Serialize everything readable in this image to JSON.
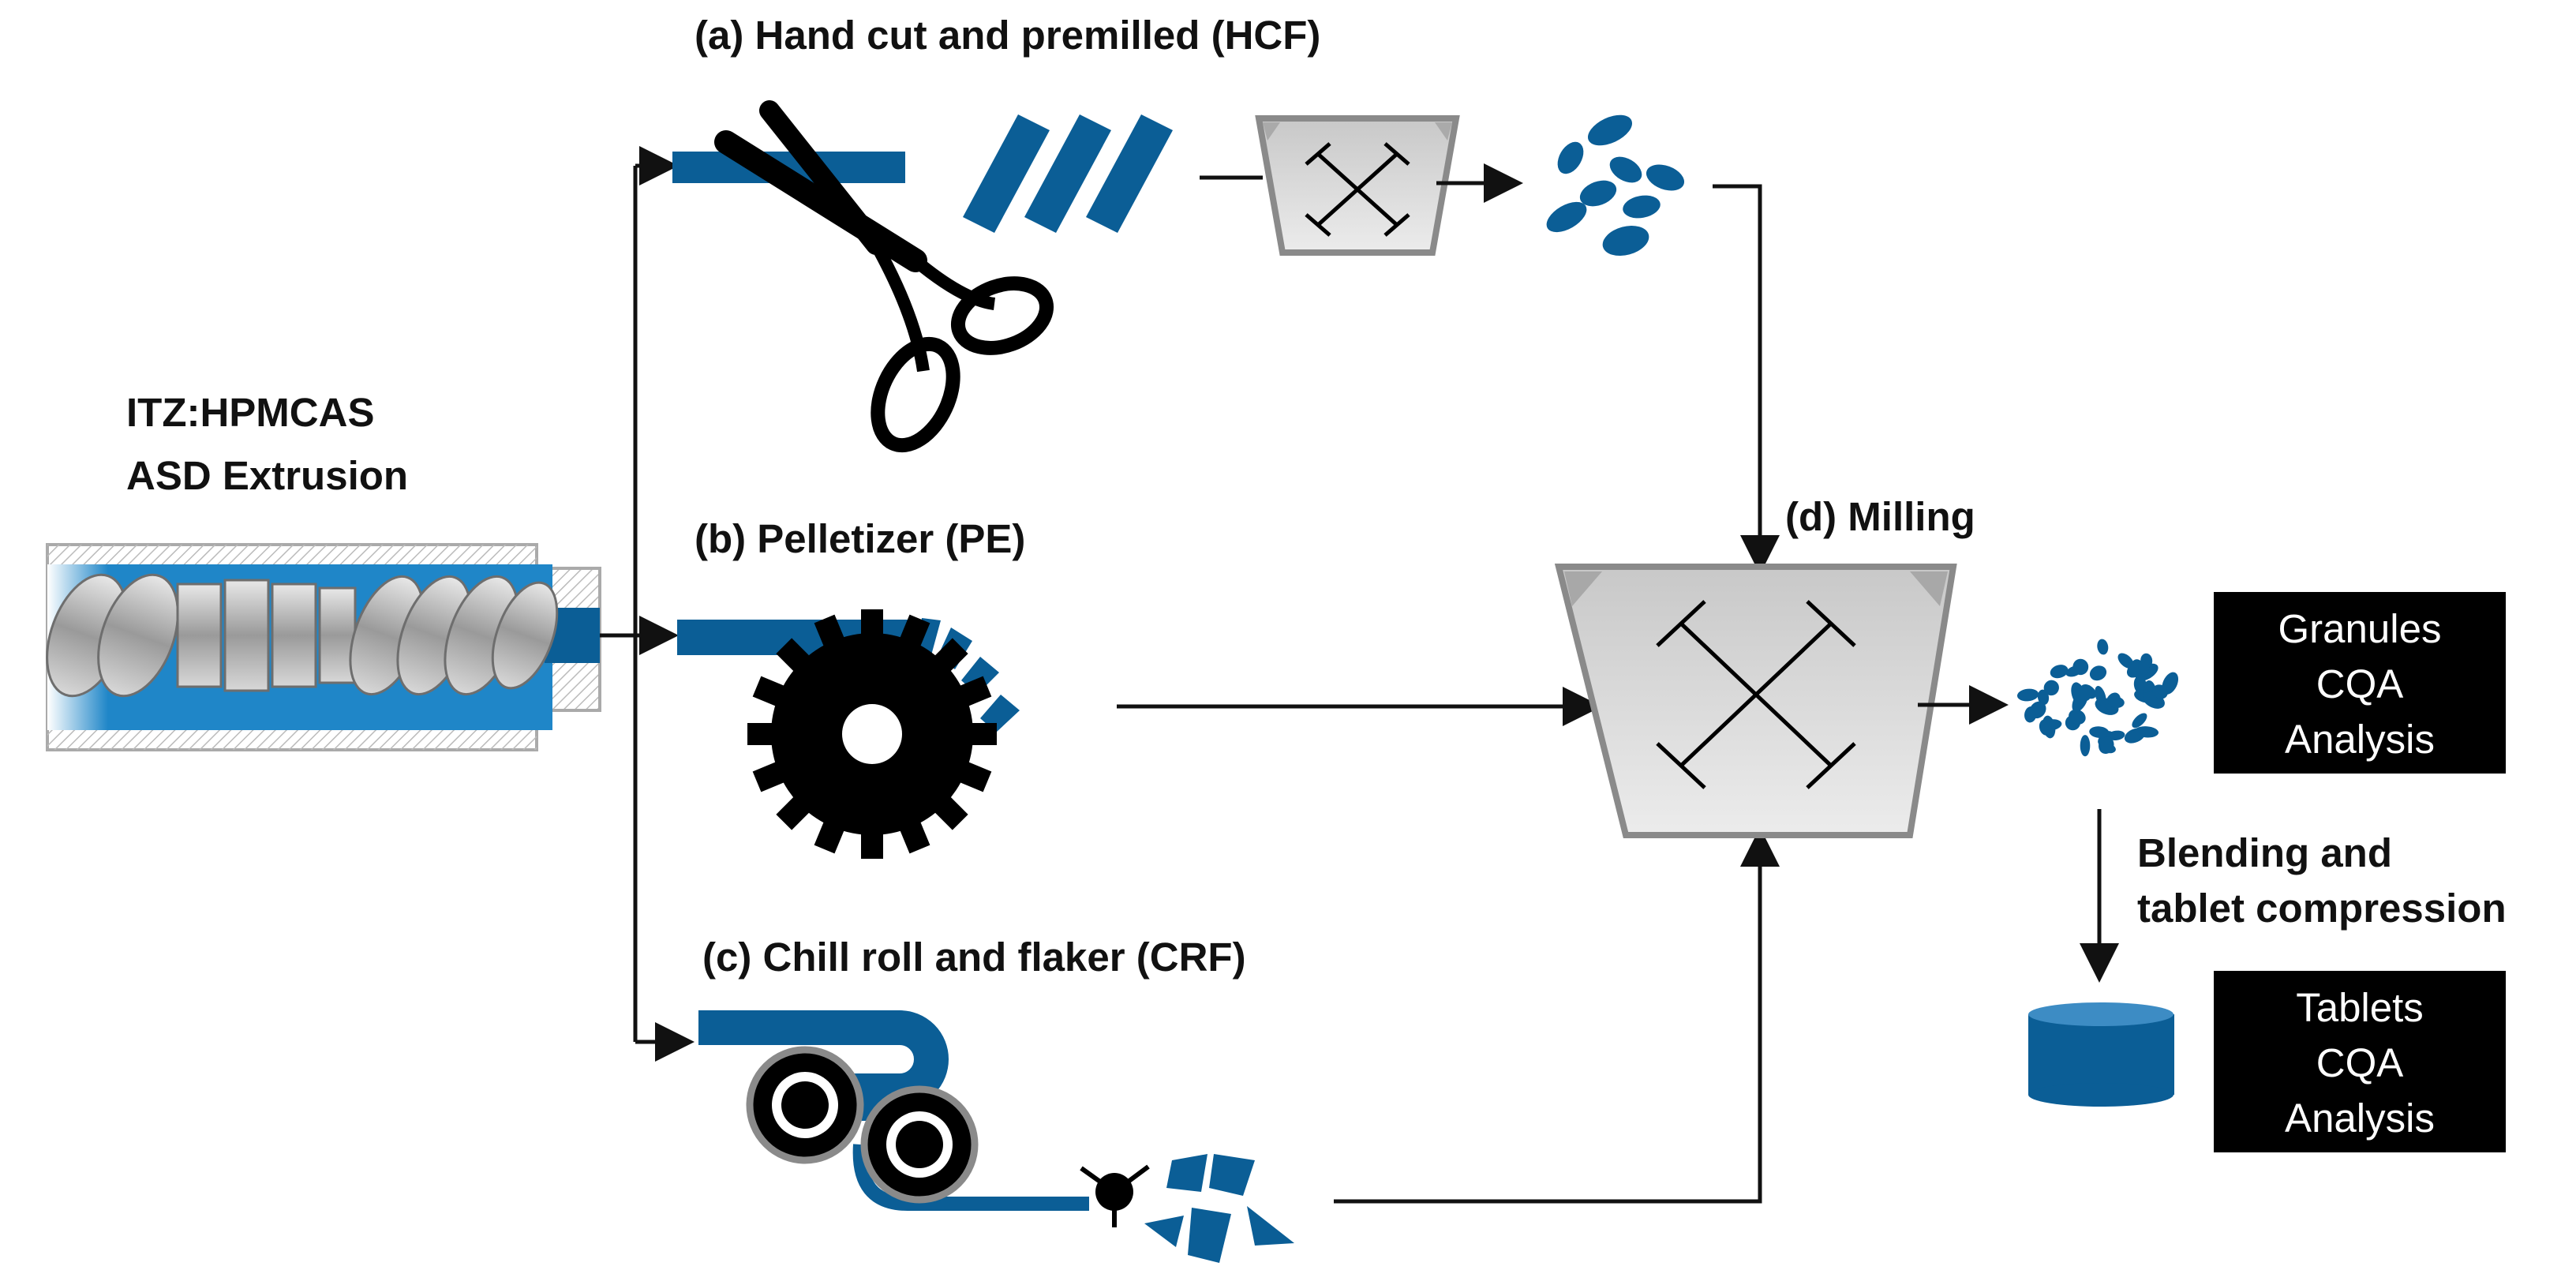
{
  "extrusion": {
    "line1": "ITZ:HPMCAS",
    "line2": "ASD Extrusion"
  },
  "routes": {
    "a": "(a) Hand cut and premilled (HCF)",
    "b": "(b) Pelletizer (PE)",
    "c": "(c) Chill roll and flaker (CRF)",
    "d": "(d) Milling"
  },
  "granules_box": {
    "line1": "Granules",
    "line2": "CQA",
    "line3": "Analysis"
  },
  "tablets_box": {
    "line1": "Tablets",
    "line2": "CQA",
    "line3": "Analysis"
  },
  "blending": {
    "line1": "Blending and",
    "line2": "tablet compression"
  },
  "colors": {
    "material_blue": "#0b5e96",
    "box_black": "#000000",
    "mill_gray": "#d3d3d3",
    "arrow": "#111111"
  },
  "icons": [
    "extruder-icon",
    "scissors-icon",
    "pre-mill-icon",
    "gear-pelletizer-icon",
    "chill-roll-icon",
    "flaker-icon",
    "mill-icon",
    "granules-icon",
    "tablet-icon"
  ]
}
